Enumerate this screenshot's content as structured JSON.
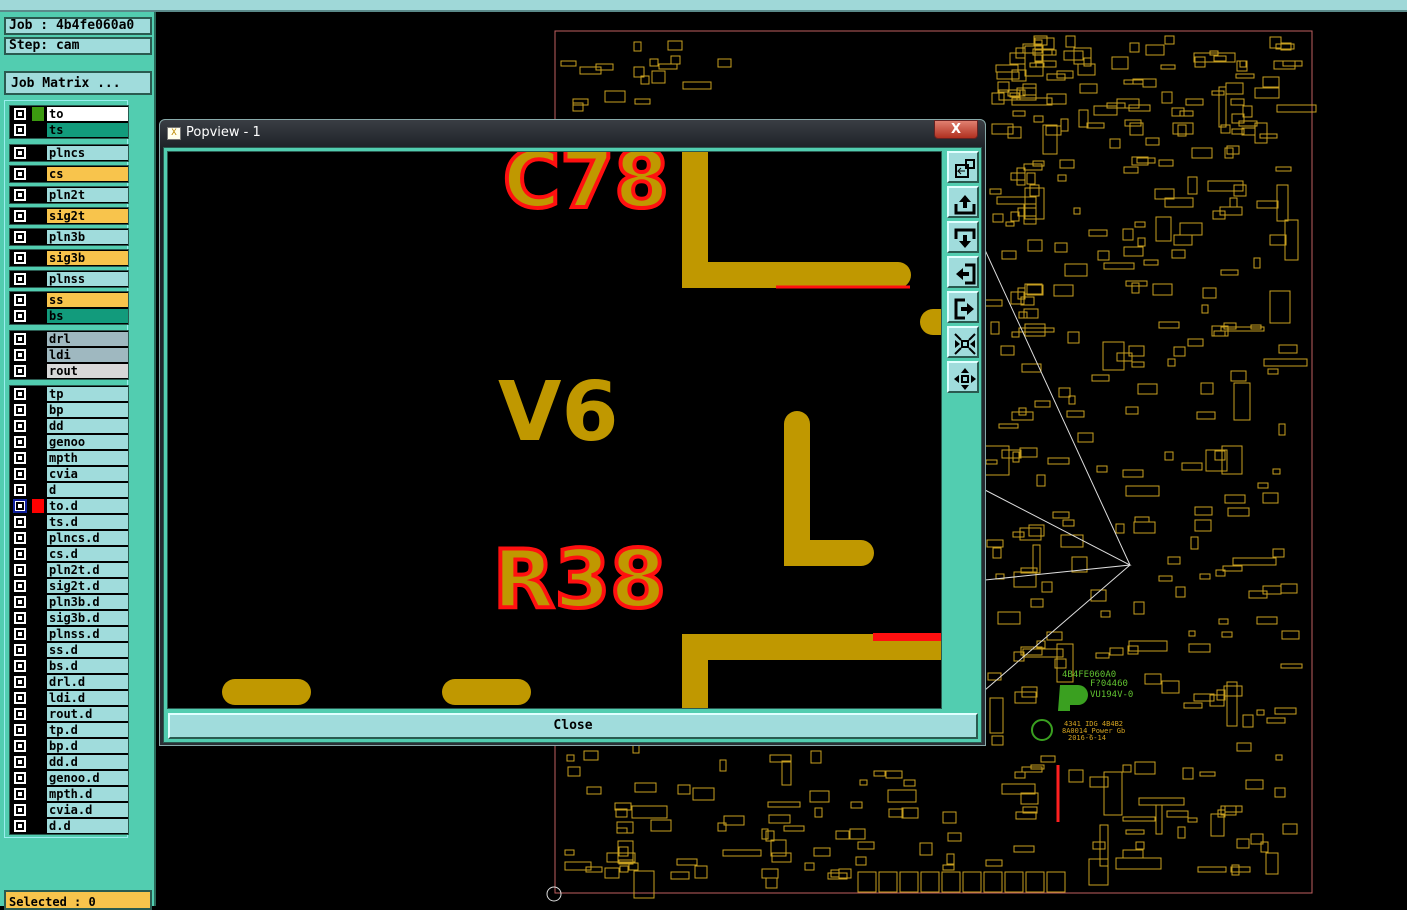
{
  "job": {
    "job_label": "Job : 4b4fe060a0",
    "step_label": "Step: cam",
    "matrix_button": "Job Matrix ..."
  },
  "layers_groups": [
    [
      {
        "name": "to",
        "color": "#ffffff",
        "swatch": "#3c9a10"
      },
      {
        "name": "ts",
        "color": "#129b7c"
      }
    ],
    [
      {
        "name": "plncs",
        "color": "#a0dcdc"
      }
    ],
    [
      {
        "name": "cs",
        "color": "#f8c44c"
      }
    ],
    [
      {
        "name": "pln2t",
        "color": "#a0dcdc"
      }
    ],
    [
      {
        "name": "sig2t",
        "color": "#f8c44c"
      }
    ],
    [
      {
        "name": "pln3b",
        "color": "#a0dcdc"
      }
    ],
    [
      {
        "name": "sig3b",
        "color": "#f8c44c"
      }
    ],
    [
      {
        "name": "plnss",
        "color": "#a0dcdc"
      }
    ],
    [
      {
        "name": "ss",
        "color": "#f8c44c"
      },
      {
        "name": "bs",
        "color": "#129b7c"
      }
    ],
    [
      {
        "name": "drl",
        "color": "#9fb8c0"
      },
      {
        "name": "ldi",
        "color": "#9fb8c0"
      },
      {
        "name": "rout",
        "color": "#d8d8d8"
      }
    ],
    [
      {
        "name": "tp",
        "color": "#a0dcdc"
      },
      {
        "name": "bp",
        "color": "#a0dcdc"
      },
      {
        "name": "dd",
        "color": "#a0dcdc"
      },
      {
        "name": "genoo",
        "color": "#a0dcdc"
      },
      {
        "name": "mpth",
        "color": "#a0dcdc"
      },
      {
        "name": "cvia",
        "color": "#a0dcdc"
      },
      {
        "name": "d",
        "color": "#a0dcdc"
      },
      {
        "name": "to.d",
        "color": "#a0dcdc",
        "swatch": "#ff0000",
        "selected": true
      },
      {
        "name": "ts.d",
        "color": "#a0dcdc"
      },
      {
        "name": "plncs.d",
        "color": "#a0dcdc"
      },
      {
        "name": "cs.d",
        "color": "#a0dcdc"
      },
      {
        "name": "pln2t.d",
        "color": "#a0dcdc"
      },
      {
        "name": "sig2t.d",
        "color": "#a0dcdc"
      },
      {
        "name": "pln3b.d",
        "color": "#a0dcdc"
      },
      {
        "name": "sig3b.d",
        "color": "#a0dcdc"
      },
      {
        "name": "plnss.d",
        "color": "#a0dcdc"
      },
      {
        "name": "ss.d",
        "color": "#a0dcdc"
      },
      {
        "name": "bs.d",
        "color": "#a0dcdc"
      },
      {
        "name": "drl.d",
        "color": "#a0dcdc"
      },
      {
        "name": "ldi.d",
        "color": "#a0dcdc"
      },
      {
        "name": "rout.d",
        "color": "#a0dcdc"
      },
      {
        "name": "tp.d",
        "color": "#a0dcdc"
      },
      {
        "name": "bp.d",
        "color": "#a0dcdc"
      },
      {
        "name": "dd.d",
        "color": "#a0dcdc"
      },
      {
        "name": "genoo.d",
        "color": "#a0dcdc"
      },
      {
        "name": "mpth.d",
        "color": "#a0dcdc"
      },
      {
        "name": "cvia.d",
        "color": "#a0dcdc"
      },
      {
        "name": "d.d",
        "color": "#a0dcdc"
      }
    ]
  ],
  "status": {
    "selected": "Selected : 0"
  },
  "popup": {
    "title": "Popview - 1",
    "close_x": "X",
    "close_button": "Close",
    "labels": [
      "C78",
      "V6",
      "R38"
    ],
    "tools": [
      "zoom-window-icon",
      "pan-up-icon",
      "pan-down-icon",
      "pan-left-icon",
      "pan-right-icon",
      "zoom-out-icon",
      "zoom-in-icon"
    ]
  },
  "board": {
    "marking_lines": [
      "4B4FE060A0",
      "F?04460",
      "VU194V-0",
      "4341 IDG 4B4B2",
      "8A0014_Power Gb",
      "2016-6-14"
    ]
  },
  "colors": {
    "trace": "#c09800",
    "outline": "#ff1010",
    "panel": "#52cdb0",
    "cell": "#a0dcdc"
  }
}
